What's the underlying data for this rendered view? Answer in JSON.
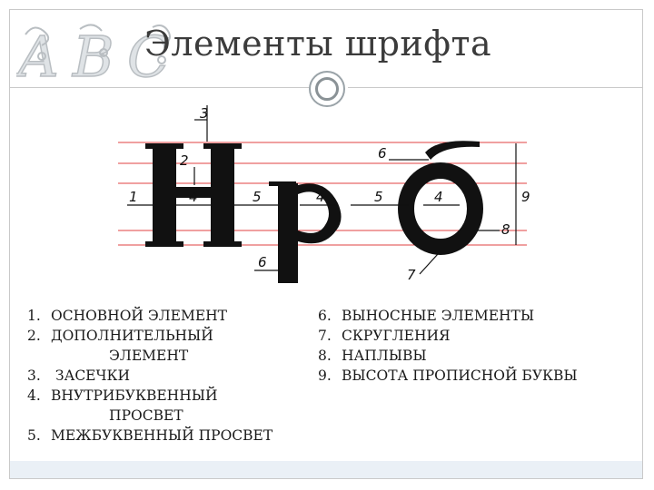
{
  "slide": {
    "title": "Элементы шрифта",
    "deco_letters": "ABC"
  },
  "figure": {
    "glyphs": "Нрб",
    "callouts": [
      "3",
      "2",
      "1",
      "4",
      "5",
      "4",
      "5",
      "4",
      "6",
      "9",
      "8",
      "6",
      "7"
    ]
  },
  "legend_left": [
    {
      "num": "1.",
      "text": "ОСНОВНОЙ ЭЛЕМЕНТ"
    },
    {
      "num": "2.",
      "text": "ДОПОЛНИТЕЛЬНЫЙ"
    },
    {
      "num": "",
      "text": "             ЭЛЕМЕНТ"
    },
    {
      "num": "3.",
      "text": " ЗАСЕЧКИ"
    },
    {
      "num": "4.",
      "text": "ВНУТРИБУКВЕННЫЙ"
    },
    {
      "num": "",
      "text": "             ПРОСВЕТ"
    },
    {
      "num": "5.",
      "text": "МЕЖБУКВЕННЫЙ ПРОСВЕТ"
    }
  ],
  "legend_right": [
    {
      "num": "6.",
      "text": "ВЫНОСНЫЕ ЭЛЕМЕНТЫ"
    },
    {
      "num": "7.",
      "text": "СКРУГЛЕНИЯ"
    },
    {
      "num": "8.",
      "text": "НАПЛЫВЫ"
    },
    {
      "num": "9.",
      "text": "ВЫСОТА ПРОПИСНОЙ БУКВЫ"
    }
  ],
  "colors": {
    "guide_line": "#e04040",
    "ink": "#111111",
    "title": "#3b3b3b"
  }
}
